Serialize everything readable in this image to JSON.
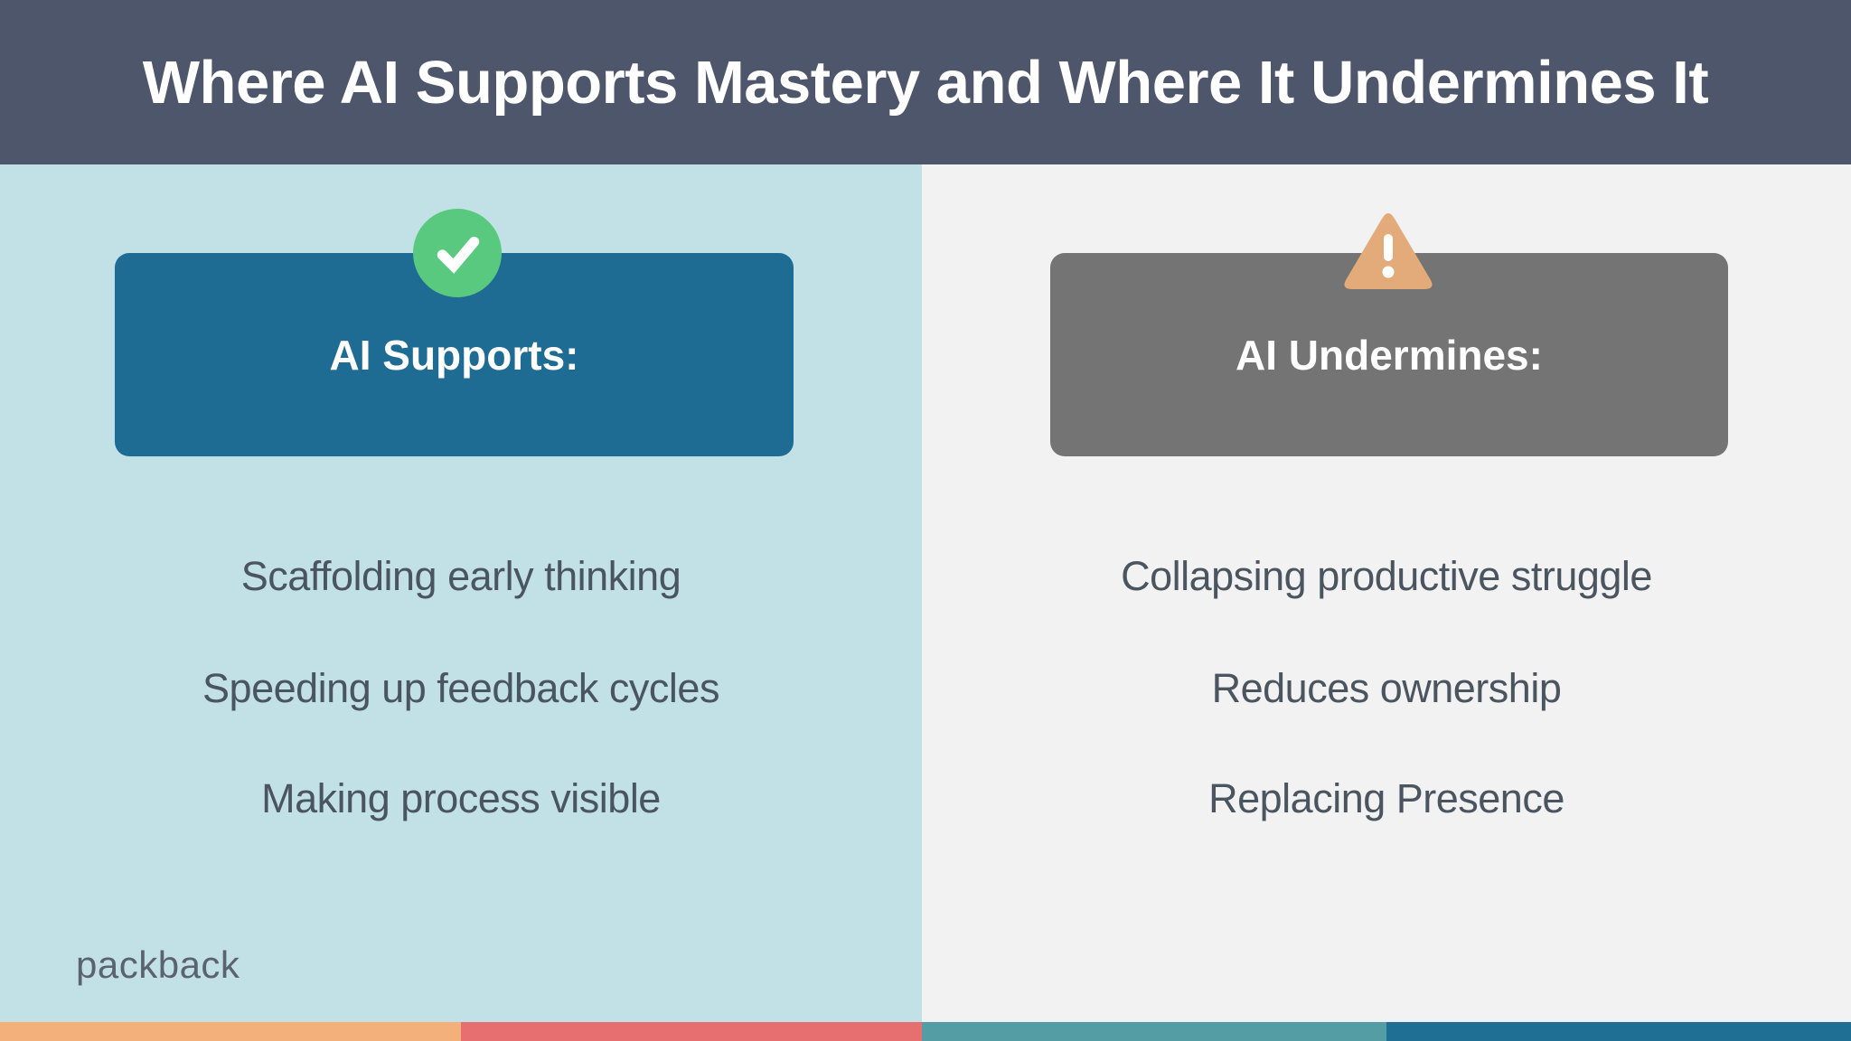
{
  "header": {
    "title": "Where AI Supports Mastery and Where It Undermines It"
  },
  "left_column": {
    "card_label": "AI Supports:",
    "icon": "check-circle-icon",
    "items": [
      "Scaffolding early thinking",
      "Speeding up feedback cycles",
      "Making process visible"
    ]
  },
  "right_column": {
    "card_label": "AI Undermines:",
    "icon": "warning-triangle-icon",
    "items": [
      "Collapsing productive struggle",
      "Reduces ownership",
      "Replacing Presence"
    ]
  },
  "footer": {
    "logo_text": "packback"
  },
  "colors": {
    "header_bg": "#4e566b",
    "left_panel_bg": "#c2e1e7",
    "right_panel_bg": "#f2f2f2",
    "left_card_bg": "#1e6c94",
    "right_card_bg": "#747474",
    "check_green": "#58c97e",
    "warning_tan": "#e3ab79",
    "body_text": "#4a5560",
    "stripe_orange": "#f3b07b",
    "stripe_coral": "#e86f6f",
    "stripe_teal": "#559da5",
    "stripe_blue": "#1f6e94"
  }
}
